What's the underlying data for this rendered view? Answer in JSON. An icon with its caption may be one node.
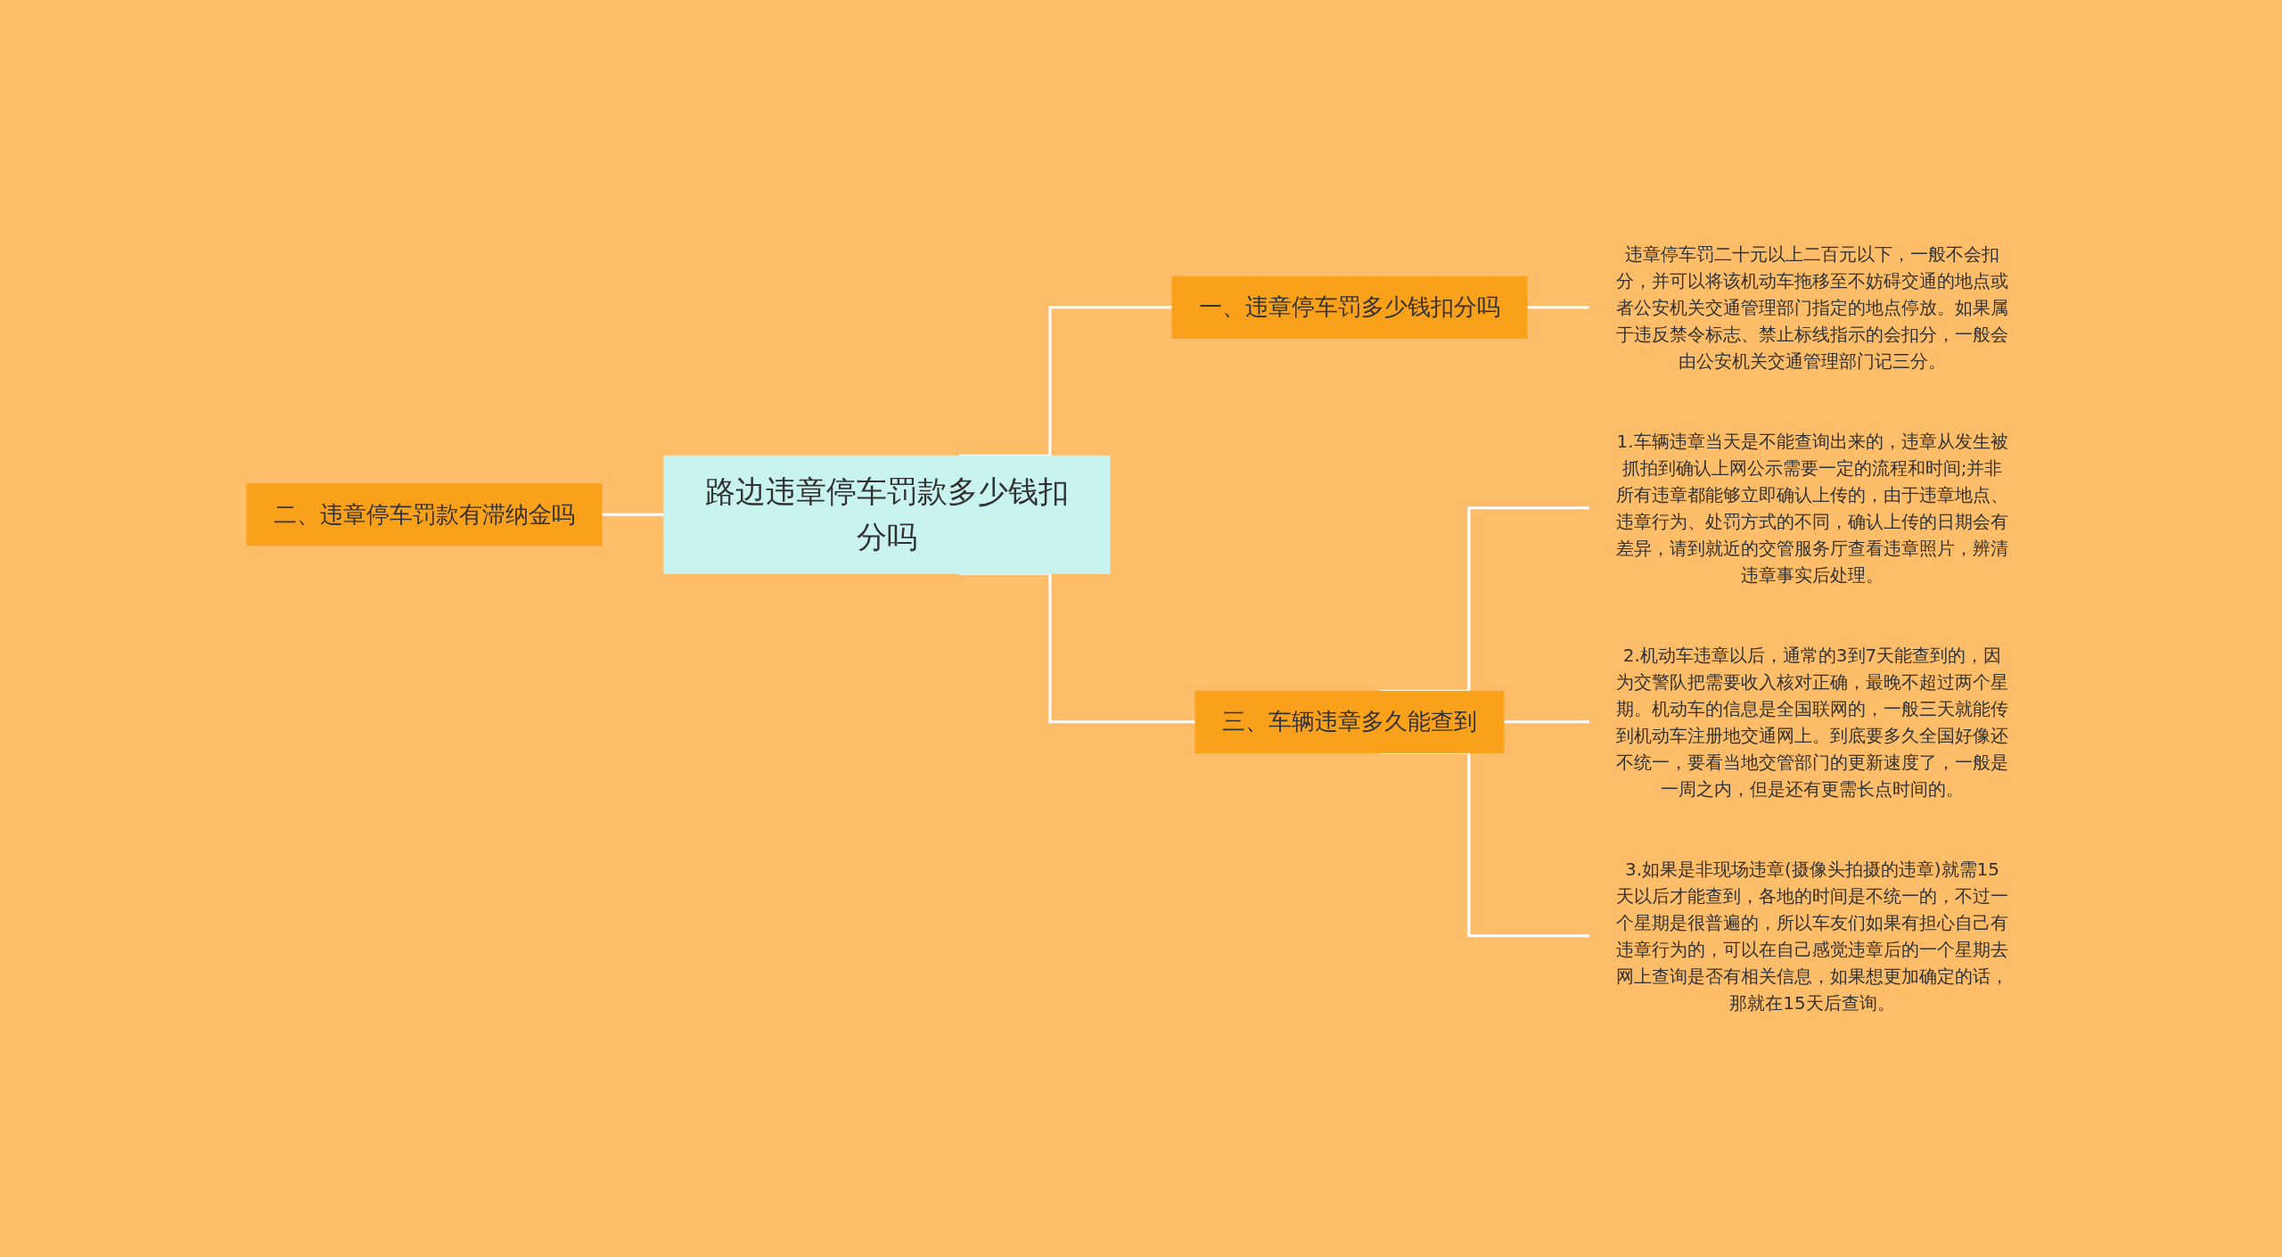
{
  "diagram": {
    "nodes": [
      {
        "text": [
          "路边违章停车罚款多少钱扣分吗"
        ]
      },
      {
        "text": [
          "一、违章停车罚多少钱扣分吗"
        ]
      },
      {
        "text": [
          "违章停车罚二十元以上二百元以下，一般不会扣分，并可以将该机动车拖移至不妨碍交通的地点或者公安机关交通管理部门指定的地点停放。如果属于违反禁令标志、禁止标线指示的会扣分，一般会由公安机关交通管理部门记三分。"
        ]
      },
      {
        "text": [
          "二、违章停车罚款有滞纳金吗"
        ]
      },
      {
        "text": [
          "三、车辆违章多久能查到"
        ]
      },
      {
        "text": [
          "1.车辆违章当天是不能查询出来的，违章从发生被抓拍到确认上网公示需要一定的流程和时间;并非所有违章都能够立即确认上传的，由于违章地点、违章行为、处罚方式的不同，确认上传的日期会有差异，请到就近的交管服务厅查看违章照片，辨清违章事实后处理。"
        ]
      },
      {
        "text": [
          "2.机动车违章以后，通常的3到7天能查到的，因为交警队把需要收入核对正确，最晚不超过两个星期。机动车的信息是全国联网的，一般三天就能传到机动车注册地交通网上。到底要多久全国好像还不统一，要看当地交管部门的更新速度了，一般是一周之内，但是还有更需长点时间的。"
        ]
      },
      {
        "text": [
          "3.如果是非现场违章(摄像头拍摄的违章)就需15天以后才能查到，各地的时间是不统一的，不过一个星期是很普遍的，所以车友们如果有担心自己有违章行为的，可以在自己感觉违章后的一个星期去网上查询是否有相关信息，如果想更加确定的话，那就在15天后查询。"
        ]
      }
    ],
    "edges": [
      {
        "from": 0,
        "to": 1,
        "arrow": "none"
      },
      {
        "from": 1,
        "to": 2,
        "arrow": "none"
      },
      {
        "from": 0,
        "to": 3,
        "arrow": "none"
      },
      {
        "from": 0,
        "to": 4,
        "arrow": "none"
      },
      {
        "from": 4,
        "to": 5,
        "arrow": "none"
      },
      {
        "from": 4,
        "to": 6,
        "arrow": "none"
      },
      {
        "from": 4,
        "to": 7,
        "arrow": "none"
      }
    ]
  }
}
